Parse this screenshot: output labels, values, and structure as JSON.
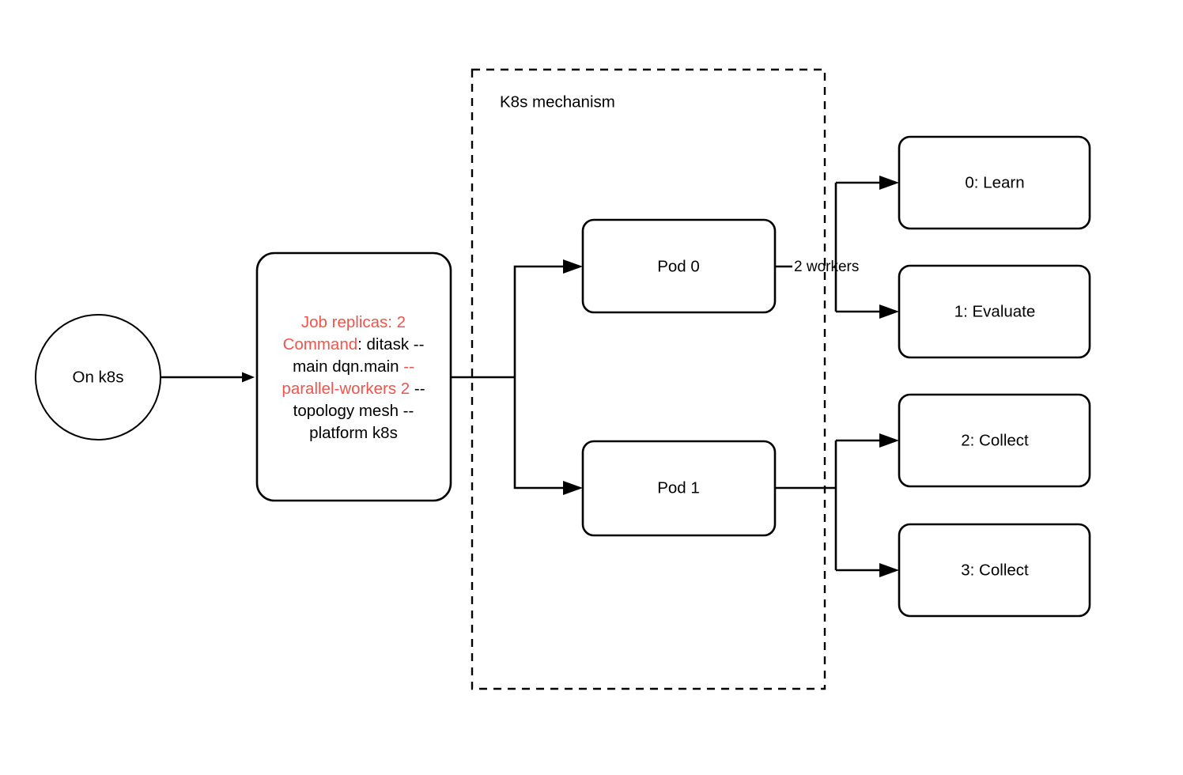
{
  "diagram": {
    "title_group": "K8s mechanism",
    "start_node": {
      "label": "On k8s",
      "shape": "circle"
    },
    "job_node": {
      "shape": "rounded-rectangle",
      "lines": [
        [
          {
            "text": "Job replicas: 2",
            "color": "red"
          }
        ],
        [
          {
            "text": "Command",
            "color": "red"
          },
          {
            "text": ": ditask --",
            "color": "black"
          }
        ],
        [
          {
            "text": "main dqn.main ",
            "color": "black"
          },
          {
            "text": "--",
            "color": "red"
          }
        ],
        [
          {
            "text": "parallel-workers 2",
            "color": "red"
          },
          {
            "text": " --",
            "color": "black"
          }
        ],
        [
          {
            "text": "topology mesh --",
            "color": "black"
          }
        ],
        [
          {
            "text": "platform k8s",
            "color": "black"
          }
        ]
      ],
      "full_text": "Job replicas: 2 Command: ditask --main dqn.main --parallel-workers 2 --topology mesh --platform k8s"
    },
    "pods": [
      {
        "label": "Pod 0"
      },
      {
        "label": "Pod 1"
      }
    ],
    "edge_labels": [
      {
        "text": "2 workers"
      }
    ],
    "tasks": [
      {
        "label": "0: Learn"
      },
      {
        "label": "1: Evaluate"
      },
      {
        "label": "2: Collect"
      },
      {
        "label": "3: Collect"
      }
    ],
    "colors": {
      "accent_red": "#F0544C",
      "stroke": "#000000",
      "fill": "#FFFFFF",
      "background": "#FFFFFF"
    }
  }
}
